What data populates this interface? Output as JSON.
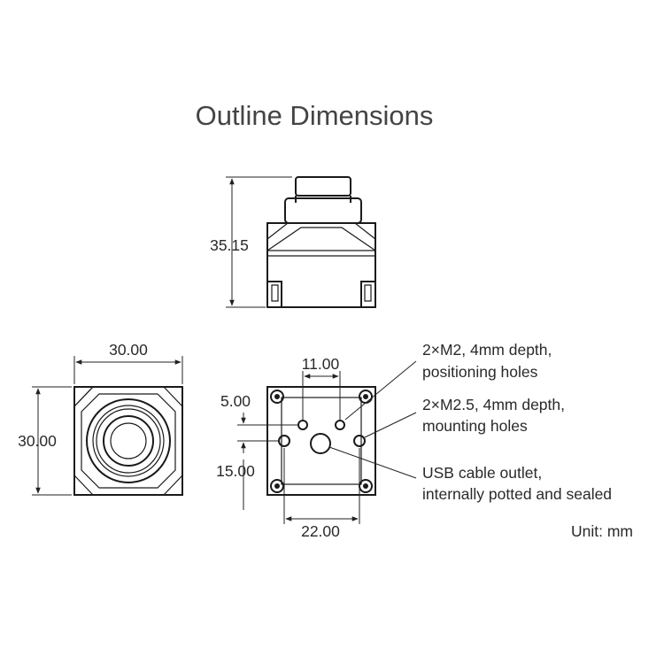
{
  "title": "Outline Dimensions",
  "dimensions": {
    "height": "35.15",
    "width": "30.00",
    "depth": "30.00",
    "positioning_spacing": "11.00",
    "offset_a": "5.00",
    "offset_b": "15.00",
    "mounting_spacing": "22.00"
  },
  "notes": {
    "positioning_line1": "2×M2, 4mm depth,",
    "positioning_line2": "positioning holes",
    "mounting_line1": "2×M2.5, 4mm depth,",
    "mounting_line2": "mounting holes",
    "usb_line1": "USB cable outlet,",
    "usb_line2": "internally potted and sealed",
    "unit": "Unit: mm"
  },
  "colors": {
    "outline": "#1a1a1a",
    "text": "#2a2a2a",
    "title": "#444444"
  }
}
